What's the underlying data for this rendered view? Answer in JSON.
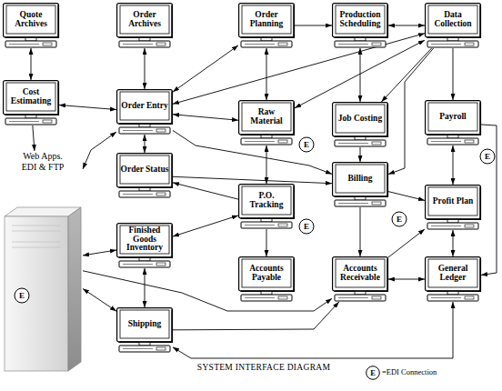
{
  "diagram": {
    "caption": "SYSTEM INTERFACE DIAGRAM",
    "nodes": [
      {
        "text": [
          "Quote Archives"
        ]
      },
      {
        "text": [
          "Order Archives"
        ]
      },
      {
        "text": [
          "Order Planning"
        ]
      },
      {
        "text": [
          "Production Scheduling"
        ]
      },
      {
        "text": [
          "Data Collection"
        ]
      },
      {
        "text": [
          "Cost Estimating"
        ]
      },
      {
        "text": [
          "Order Entry"
        ]
      },
      {
        "text": [
          "Raw Material"
        ]
      },
      {
        "text": [
          "Job Costing"
        ]
      },
      {
        "text": [
          "Payroll"
        ]
      },
      {
        "text": [
          "Order Status"
        ]
      },
      {
        "text": [
          "P.O. Tracking"
        ]
      },
      {
        "text": [
          "Billing"
        ]
      },
      {
        "text": [
          "Profit Plan"
        ]
      },
      {
        "text": [
          "Finished Goods Inventory"
        ]
      },
      {
        "text": [
          "Accounts Payable"
        ]
      },
      {
        "text": [
          "Accounts Receivable"
        ]
      },
      {
        "text": [
          "General Ledger"
        ]
      },
      {
        "text": [
          "Shipping"
        ]
      },
      {
        "text": [
          "Web Apps. EDI & FTP"
        ]
      },
      {
        "text": [
          "E"
        ],
        "in": 19
      },
      {
        "text": [
          "E"
        ]
      },
      {
        "text": [
          "E"
        ]
      },
      {
        "text": [
          "E"
        ]
      },
      {
        "text": [
          "E"
        ]
      }
    ],
    "edges": [
      {
        "from": 0,
        "to": 5,
        "arrow": "both"
      },
      {
        "from": 5,
        "to": 19,
        "arrow": "to"
      },
      {
        "from": 5,
        "to": 6,
        "arrow": "both"
      },
      {
        "from": 1,
        "to": 6,
        "arrow": "both"
      },
      {
        "from": 6,
        "to": 2,
        "arrow": "both"
      },
      {
        "from": 2,
        "to": 3,
        "arrow": "to"
      },
      {
        "from": 3,
        "to": 4,
        "arrow": "both"
      },
      {
        "from": 2,
        "to": 7,
        "arrow": "both"
      },
      {
        "from": 3,
        "to": 8,
        "arrow": "both"
      },
      {
        "from": 4,
        "to": 9,
        "arrow": "to"
      },
      {
        "from": 4,
        "to": 6,
        "arrow": "both"
      },
      {
        "from": 4,
        "to": 7,
        "arrow": "both"
      },
      {
        "from": 4,
        "to": 8,
        "arrow": "to"
      },
      {
        "from": 6,
        "to": 7,
        "arrow": "both"
      },
      {
        "from": 6,
        "to": 12,
        "arrow": "to"
      },
      {
        "from": 6,
        "to": 10,
        "arrow": "both"
      },
      {
        "from": 19,
        "to": 6,
        "arrow": "both"
      },
      {
        "from": 10,
        "to": 12,
        "arrow": "to"
      },
      {
        "from": 7,
        "to": 11,
        "arrow": "both"
      },
      {
        "from": 8,
        "to": 12,
        "arrow": "to"
      },
      {
        "from": 11,
        "to": 10,
        "arrow": "to"
      },
      {
        "from": 9,
        "to": 13,
        "arrow": "both"
      },
      {
        "from": 12,
        "to": 13,
        "arrow": "to"
      },
      {
        "from": 12,
        "to": 16,
        "arrow": "to"
      },
      {
        "from": 13,
        "to": 17,
        "arrow": "both"
      },
      {
        "from": 16,
        "to": 13,
        "arrow": "to"
      },
      {
        "from": 16,
        "to": 17,
        "arrow": "both"
      },
      {
        "from": 11,
        "to": 15,
        "arrow": "to"
      },
      {
        "from": 19,
        "to": 16,
        "arrow": "to"
      },
      {
        "from": 19,
        "to": 14,
        "arrow": "both"
      },
      {
        "from": 19,
        "to": 18,
        "arrow": "both"
      },
      {
        "from": 14,
        "to": 18,
        "arrow": "both"
      },
      {
        "from": 14,
        "to": 11,
        "arrow": "both"
      },
      {
        "from": 18,
        "to": 17,
        "arrow": "both"
      },
      {
        "from": 18,
        "to": 16,
        "arrow": "to"
      },
      {
        "from": 9,
        "to": 17,
        "arrow": "to"
      },
      {
        "from": 4,
        "to": 12,
        "arrow": "to"
      }
    ],
    "labels": [
      "E"
    ],
    "legend": [
      {
        "text": "=EDI Connection"
      }
    ]
  }
}
